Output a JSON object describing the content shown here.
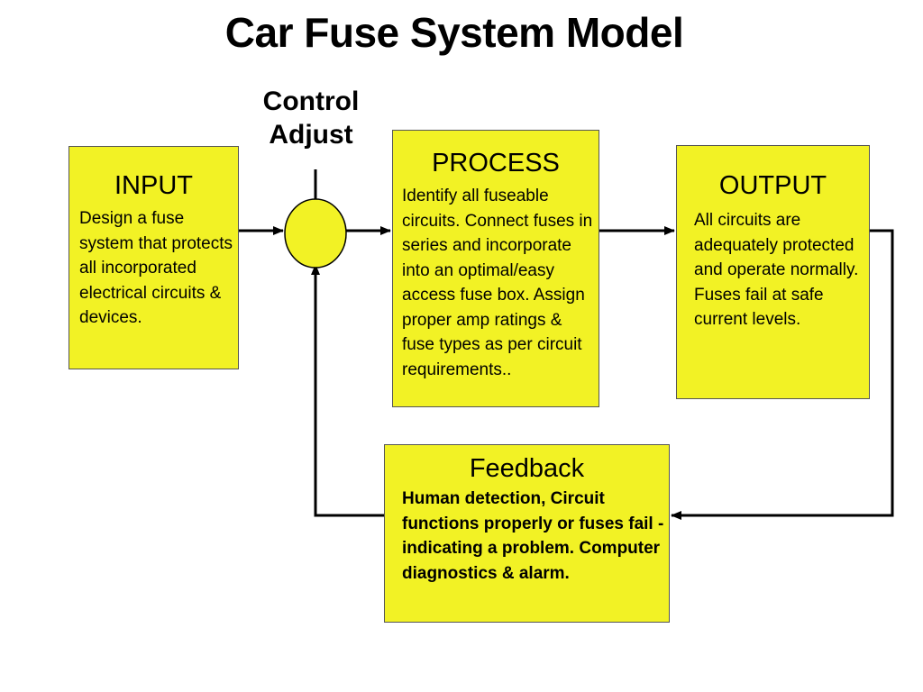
{
  "title": "Car Fuse System Model",
  "control": {
    "line1": "Control",
    "line2": "Adjust"
  },
  "input": {
    "heading": "INPUT",
    "body": "Design a fuse system that protects all incorporated electrical circuits & devices."
  },
  "process": {
    "heading": "PROCESS",
    "body": "Identify all fuseable circuits. Connect fuses in series and incorporate into an optimal/easy access fuse box. Assign proper amp ratings & fuse types as per circuit requirements.."
  },
  "output": {
    "heading": "OUTPUT",
    "body": "All circuits are adequately protected and operate normally. Fuses fail at safe current levels."
  },
  "feedback": {
    "heading": "Feedback",
    "body": "Human detection, Circuit functions properly or fuses fail - indicating a problem. Computer diagnostics & alarm."
  },
  "colors": {
    "box_fill": "#f2f225",
    "summing_node_fill": "#f2f225",
    "line": "#000000"
  }
}
